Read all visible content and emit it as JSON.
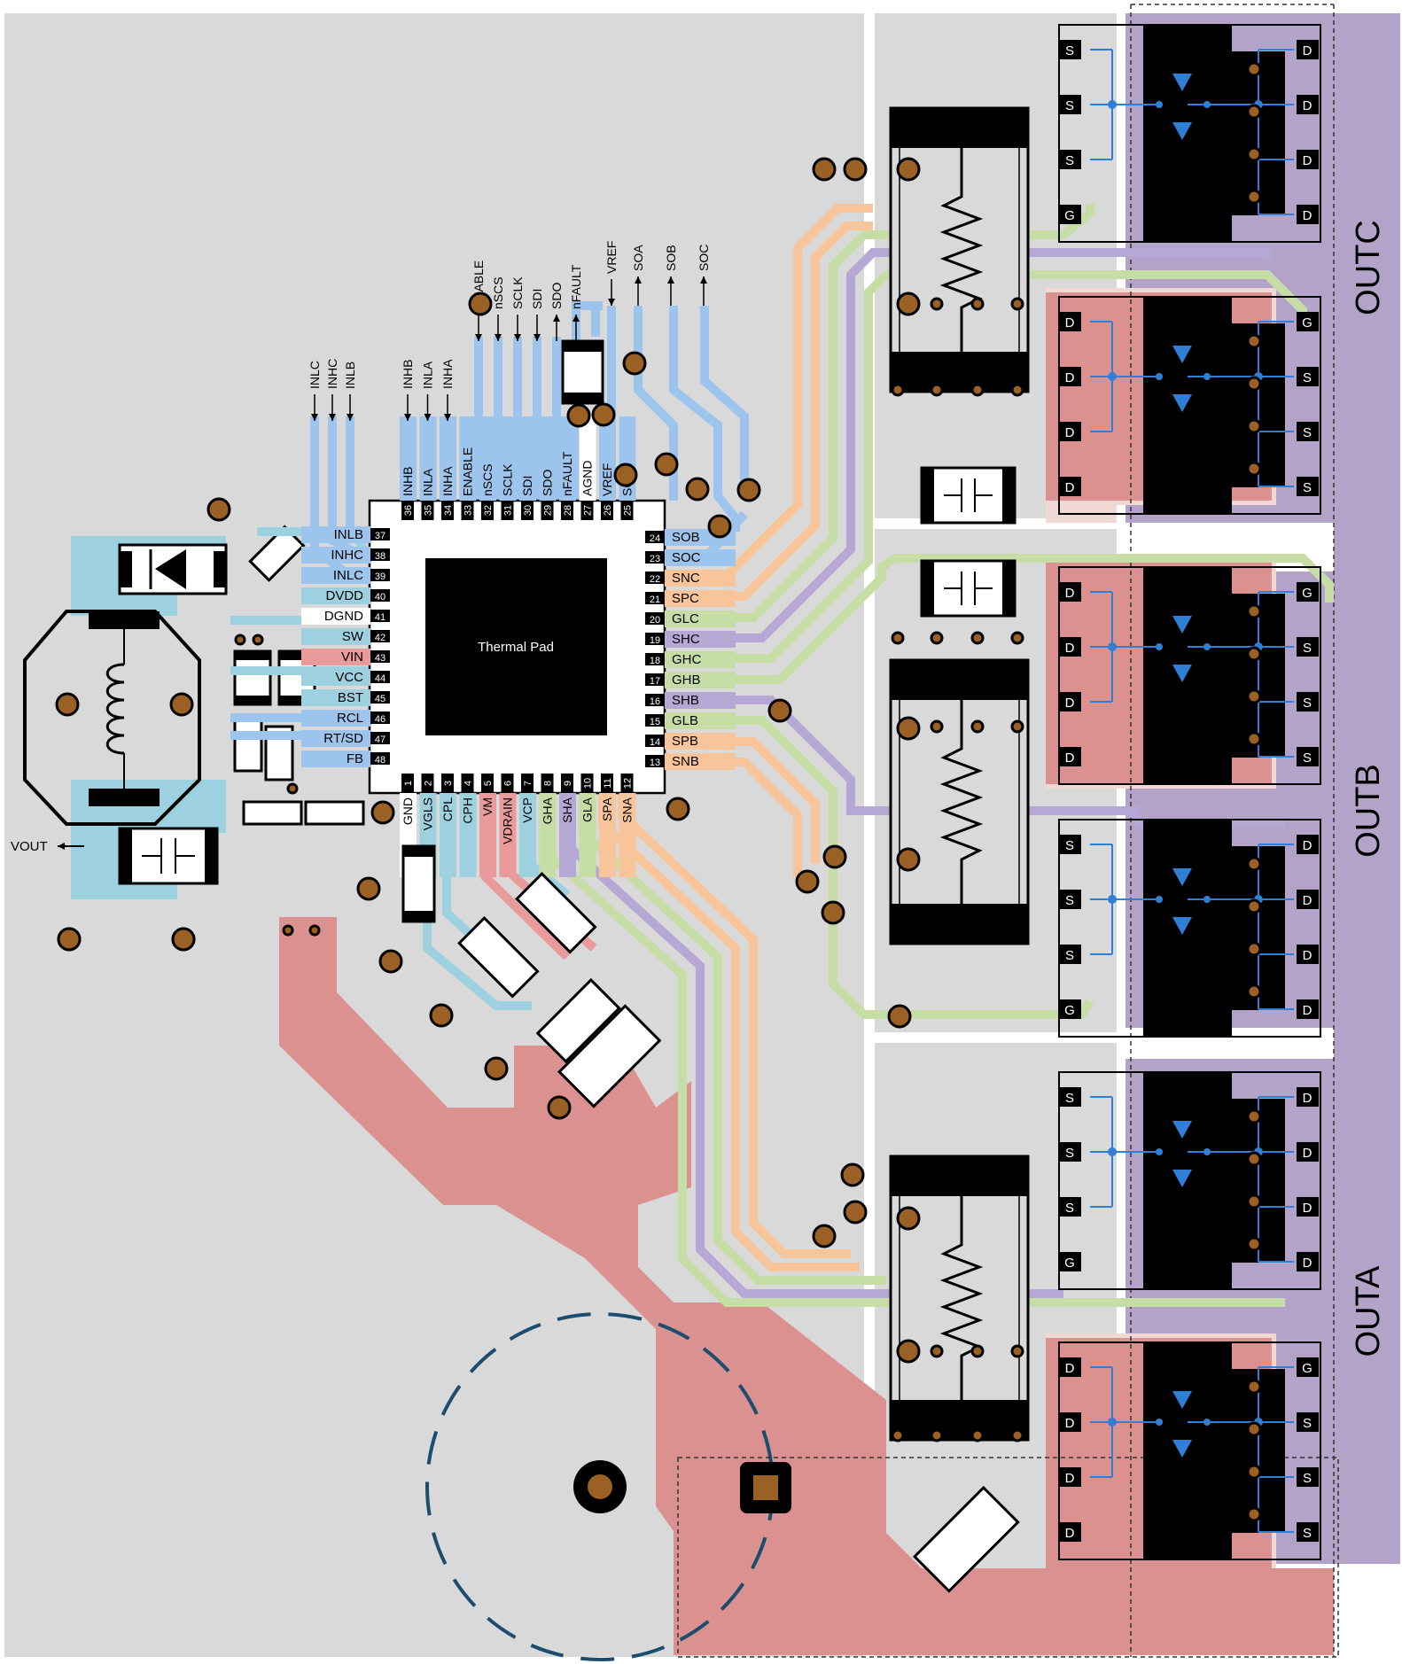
{
  "colors": {
    "board": "#d9d9d9",
    "copper": "#da9190",
    "copper_light": "#f0d9d4",
    "outputs": "#b3a3c9",
    "blue": "#9dc4ec",
    "cyan": "#9dd1df",
    "orange": "#f8c59b",
    "green": "#c6dda5",
    "purple": "#b6a8d4",
    "red": "#e99a9a",
    "via": "#9b6023",
    "dark_blue": "#1c4d6e"
  },
  "chip": {
    "thermal_pad_label": "Thermal Pad",
    "pins_left": [
      {
        "num": "37",
        "name": "INLB",
        "color": "blue"
      },
      {
        "num": "38",
        "name": "INHC",
        "color": "blue"
      },
      {
        "num": "39",
        "name": "INLC",
        "color": "blue"
      },
      {
        "num": "40",
        "name": "DVDD",
        "color": "cyan"
      },
      {
        "num": "41",
        "name": "DGND",
        "color": "none"
      },
      {
        "num": "42",
        "name": "SW",
        "color": "cyan"
      },
      {
        "num": "43",
        "name": "VIN",
        "color": "red"
      },
      {
        "num": "44",
        "name": "VCC",
        "color": "cyan"
      },
      {
        "num": "45",
        "name": "BST",
        "color": "cyan"
      },
      {
        "num": "46",
        "name": "RCL",
        "color": "blue"
      },
      {
        "num": "47",
        "name": "RT/SD",
        "color": "blue"
      },
      {
        "num": "48",
        "name": "FB",
        "color": "blue"
      }
    ],
    "pins_right": [
      {
        "num": "24",
        "name": "SOB",
        "color": "blue"
      },
      {
        "num": "23",
        "name": "SOC",
        "color": "blue"
      },
      {
        "num": "22",
        "name": "SNC",
        "color": "orange"
      },
      {
        "num": "21",
        "name": "SPC",
        "color": "orange"
      },
      {
        "num": "20",
        "name": "GLC",
        "color": "green"
      },
      {
        "num": "19",
        "name": "SHC",
        "color": "purple"
      },
      {
        "num": "18",
        "name": "GHC",
        "color": "green"
      },
      {
        "num": "17",
        "name": "GHB",
        "color": "green"
      },
      {
        "num": "16",
        "name": "SHB",
        "color": "purple"
      },
      {
        "num": "15",
        "name": "GLB",
        "color": "green"
      },
      {
        "num": "14",
        "name": "SPB",
        "color": "orange"
      },
      {
        "num": "13",
        "name": "SNB",
        "color": "orange"
      }
    ],
    "pins_top": [
      {
        "num": "36",
        "name": "INHB",
        "color": "blue"
      },
      {
        "num": "35",
        "name": "INLA",
        "color": "blue"
      },
      {
        "num": "34",
        "name": "INHA",
        "color": "blue"
      },
      {
        "num": "33",
        "name": "ENABLE",
        "color": "blue"
      },
      {
        "num": "32",
        "name": "nSCS",
        "color": "blue"
      },
      {
        "num": "31",
        "name": "SCLK",
        "color": "blue"
      },
      {
        "num": "30",
        "name": "SDI",
        "color": "blue"
      },
      {
        "num": "29",
        "name": "SDO",
        "color": "blue"
      },
      {
        "num": "28",
        "name": "nFAULT",
        "color": "blue"
      },
      {
        "num": "27",
        "name": "AGND",
        "color": "none"
      },
      {
        "num": "26",
        "name": "VREF",
        "color": "blue"
      },
      {
        "num": "25",
        "name": "SOA",
        "color": "blue"
      }
    ],
    "pins_bottom": [
      {
        "num": "1",
        "name": "GND",
        "color": "none"
      },
      {
        "num": "2",
        "name": "VGLS",
        "color": "cyan"
      },
      {
        "num": "3",
        "name": "CPL",
        "color": "cyan"
      },
      {
        "num": "4",
        "name": "CPH",
        "color": "cyan"
      },
      {
        "num": "5",
        "name": "VM",
        "color": "red"
      },
      {
        "num": "6",
        "name": "VDRAIN",
        "color": "red"
      },
      {
        "num": "7",
        "name": "VCP",
        "color": "cyan"
      },
      {
        "num": "8",
        "name": "GHA",
        "color": "green"
      },
      {
        "num": "9",
        "name": "SHA",
        "color": "purple"
      },
      {
        "num": "10",
        "name": "GLA",
        "color": "green"
      },
      {
        "num": "11",
        "name": "SPA",
        "color": "orange"
      },
      {
        "num": "12",
        "name": "SNA",
        "color": "orange"
      }
    ]
  },
  "signals": {
    "left_group": [
      "INLC",
      "INHC",
      "INLB"
    ],
    "top_group_a": [
      "INHB",
      "INLA",
      "INHA"
    ],
    "top_group_b": [
      "ENABLE",
      "nSCS",
      "SCLK",
      "SDI",
      "SDO",
      "nFAULT"
    ],
    "vref": "VREF",
    "sense_outputs": [
      "SOA",
      "SOB",
      "SOC"
    ]
  },
  "vout_label": "VOUT",
  "outputs": [
    {
      "label": "OUTC"
    },
    {
      "label": "OUTB"
    },
    {
      "label": "OUTA"
    }
  ],
  "fet_labels": {
    "source": "S",
    "drain": "D",
    "gate": "G"
  }
}
